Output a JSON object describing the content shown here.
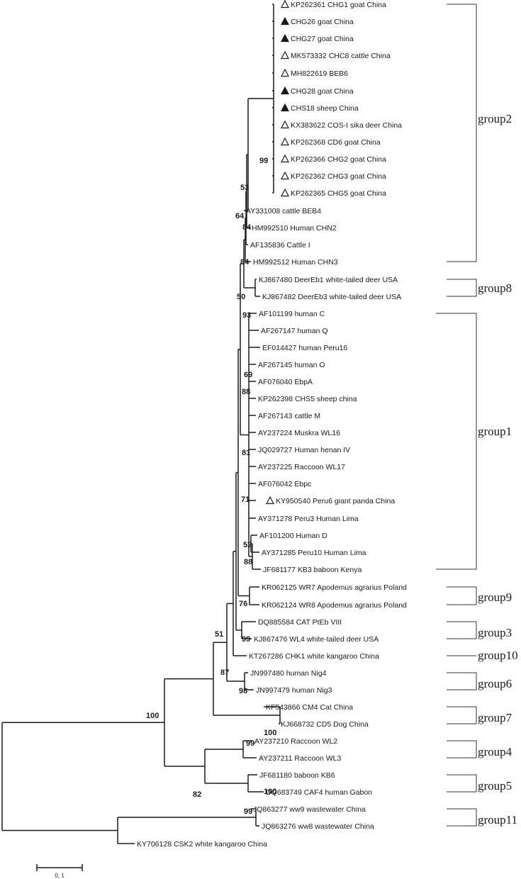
{
  "taxa": [
    {
      "label": "KP262361 CHG1 goat China",
      "marker": "open"
    },
    {
      "label": "CHG26 goat China",
      "marker": "filled"
    },
    {
      "label": "CHG27 goat China",
      "marker": "filled"
    },
    {
      "label": "MK573332 CHC8 cattle China",
      "marker": "open"
    },
    {
      "label": "MH822619 BEB6",
      "marker": "open"
    },
    {
      "label": "CHG28 goat China",
      "marker": "filled"
    },
    {
      "label": "CHS18 sheep China",
      "marker": "filled"
    },
    {
      "label": "KX383622 COS-I sika deer China",
      "marker": "open"
    },
    {
      "label": "KP262368 CD6 goat China",
      "marker": "open"
    },
    {
      "label": "KP262366 CHG2 goat China",
      "marker": "open"
    },
    {
      "label": "KP262362 CHG3 goat China",
      "marker": "open"
    },
    {
      "label": "KP262365 CHG5 goat China",
      "marker": "open"
    },
    {
      "label": "AY331008 cattle BEB4",
      "marker": "none"
    },
    {
      "label": "HM992510 Human CHN2",
      "marker": "none"
    },
    {
      "label": "AF135836 Cattle I",
      "marker": "none"
    },
    {
      "label": "HM992512 Human CHN3",
      "marker": "none"
    },
    {
      "label": "KJ867480 DeerEb1 white-tailed deer USA",
      "marker": "none"
    },
    {
      "label": "KJ867482 DeerEb3 white-tailed deer USA",
      "marker": "none"
    },
    {
      "label": "AF101199 human C",
      "marker": "none"
    },
    {
      "label": "AF267147 human Q",
      "marker": "none"
    },
    {
      "label": "EF014427 human Peru16",
      "marker": "none"
    },
    {
      "label": "AF267145 human O",
      "marker": "none"
    },
    {
      "label": "AF076040 EbpA",
      "marker": "none"
    },
    {
      "label": "KP262398 CHS5 sheep china",
      "marker": "none"
    },
    {
      "label": "AF267143 cattle M",
      "marker": "none"
    },
    {
      "label": "AY237224 Muskra WL16",
      "marker": "none"
    },
    {
      "label": "JQ029727 Human henan IV",
      "marker": "none"
    },
    {
      "label": "AY237225 Raccoon WL17",
      "marker": "none"
    },
    {
      "label": "AF076042 Ebpc",
      "marker": "none"
    },
    {
      "label": "KY950540 Peru6 giant panda China",
      "marker": "open"
    },
    {
      "label": "AY371278 Peru3 Human Lima",
      "marker": "none"
    },
    {
      "label": "AF101200 Human D",
      "marker": "none"
    },
    {
      "label": "AY371285 Peru10 Human Lima",
      "marker": "none"
    },
    {
      "label": "JF681177 KB3 baboon Kenya",
      "marker": "none"
    },
    {
      "label": "KR062125 WR7 Apodemus agrarius Poland",
      "marker": "none"
    },
    {
      "label": "KR062124 WR8 Apodemus agrarius Poland",
      "marker": "none"
    },
    {
      "label": "DQ885584 CAT PtEb VIII",
      "marker": "none"
    },
    {
      "label": "KJ867476 WL4 white-tailed deer USA",
      "marker": "none"
    },
    {
      "label": "KT267286 CHK1 white kangaroo China",
      "marker": "none"
    },
    {
      "label": "JN997480 human Nig4",
      "marker": "none"
    },
    {
      "label": "JN997479 human Nig3",
      "marker": "none"
    },
    {
      "label": "KF543866 CM4 Cat China",
      "marker": "none"
    },
    {
      "label": "KJ668732 CD5 Dog China",
      "marker": "none"
    },
    {
      "label": "AY237210 Raccoon WL2",
      "marker": "none"
    },
    {
      "label": "AY237211 Raccoon WL3",
      "marker": "none"
    },
    {
      "label": "JF681180 baboon KB6",
      "marker": "none"
    },
    {
      "label": "DQ683749 CAF4 human Gabon",
      "marker": "none"
    },
    {
      "label": "JQ863277 ww9 wastewater China",
      "marker": "none"
    },
    {
      "label": "JQ863276 ww8 wastewater China",
      "marker": "none"
    },
    {
      "label": "KY706128 CSK2 white kangaroo China",
      "marker": "none"
    }
  ],
  "bootstrap": [
    "99",
    "53",
    "64",
    "84",
    "84",
    "50",
    "93",
    "69",
    "88",
    "81",
    "71",
    "52",
    "88",
    "76",
    "99",
    "51",
    "98",
    "87",
    "100",
    "100",
    "99",
    "82",
    "100",
    "99"
  ],
  "groups": [
    "group2",
    "group8",
    "group1",
    "group9",
    "group3",
    "group10",
    "group6",
    "group7",
    "group4",
    "group5",
    "group11"
  ],
  "scale_bar": "0. 1"
}
